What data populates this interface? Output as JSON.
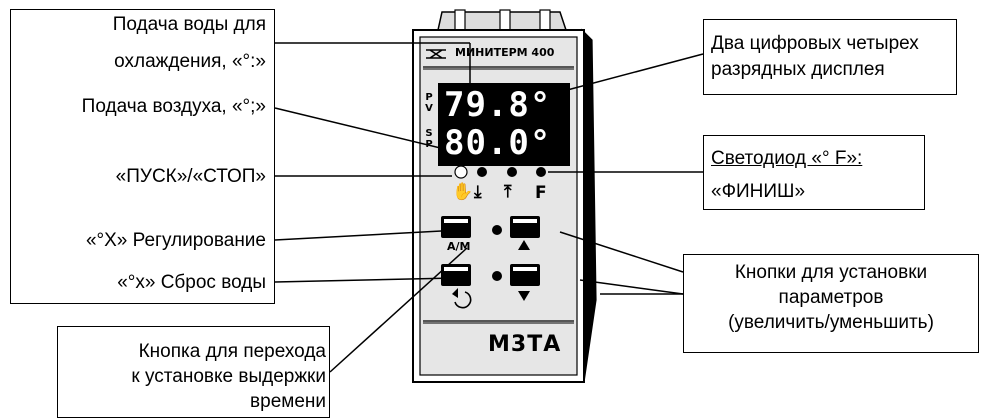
{
  "device": {
    "brand": "МИНИТЕРМ 400",
    "model": "М3ТА",
    "pv_label": [
      "P",
      "V"
    ],
    "sp_label": [
      "S",
      "P"
    ],
    "display_pv": "79.8°",
    "display_sp": "80.0°",
    "am_label": "A/M",
    "f_label": "F"
  },
  "callouts": {
    "water_cooling_line1": "Подача воды для",
    "water_cooling_line2": "охлаждения, «°:»",
    "air_supply": "Подача воздуха, «°;»",
    "start_stop": "«ПУСК»/«СТОП»",
    "regulation": "«°X» Регулирование",
    "water_reset": "«°x» Сброс воды",
    "hold_time_line1": "Кнопка для перехода",
    "hold_time_line2": "к установке выдержки",
    "hold_time_line3": "времени",
    "displays_line1": "Два цифровых четырех",
    "displays_line2": "разрядных дисплея",
    "led_f_line1": "Светодиод «° F»:",
    "led_f_line2": "«ФИНИШ»",
    "param_buttons_line1": "Кнопки для установки",
    "param_buttons_line2": "параметров",
    "param_buttons_line3": "(увеличить/уменьшить)"
  }
}
